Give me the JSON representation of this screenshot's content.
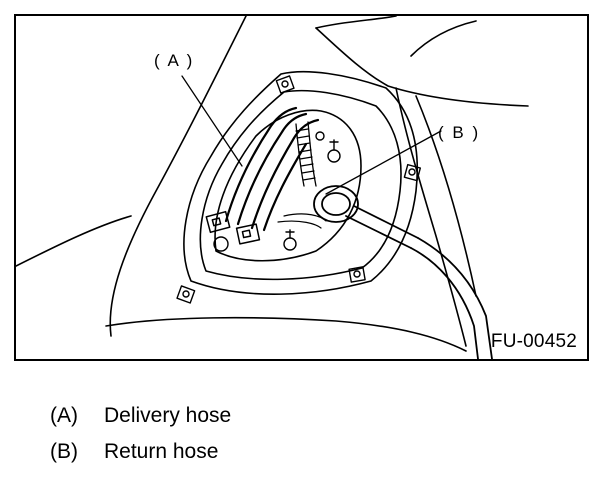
{
  "figure": {
    "code": "FU-00452",
    "callouts": {
      "a": "( A )",
      "b": "( B )"
    }
  },
  "legend": [
    {
      "key": "(A)",
      "label": "Delivery hose"
    },
    {
      "key": "(B)",
      "label": "Return hose"
    }
  ]
}
